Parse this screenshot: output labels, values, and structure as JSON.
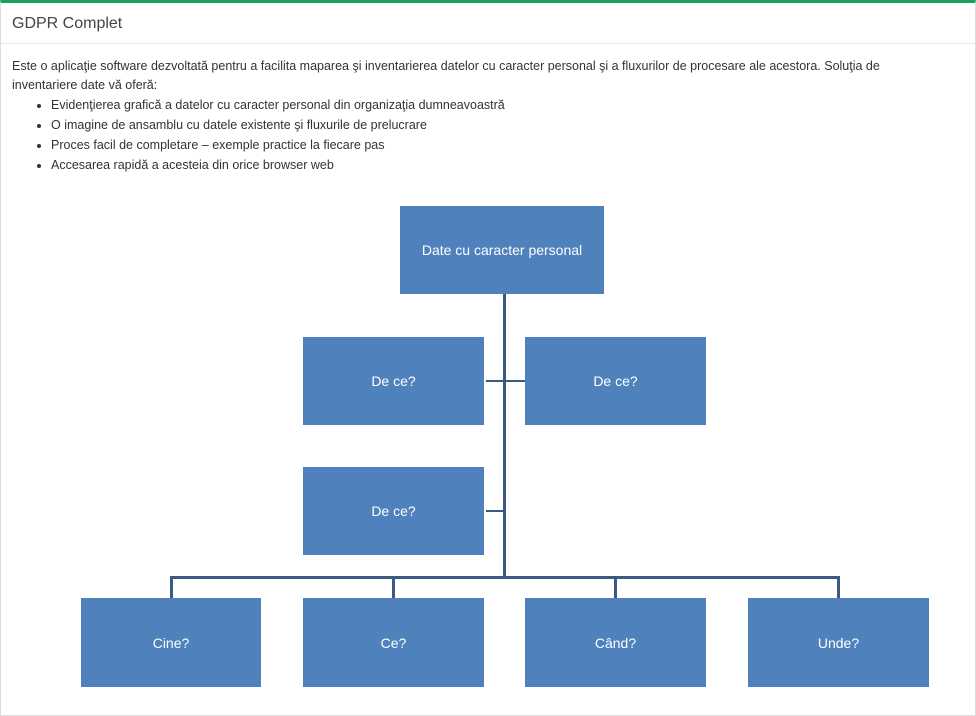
{
  "header": {
    "title": "GDPR Complet"
  },
  "intro": {
    "paragraph": "Este o aplicaţie software dezvoltată pentru a facilita maparea şi inventarierea datelor cu caracter personal şi a fluxurilor de procesare ale acestora. Soluţia de inventariere date vă oferă:",
    "bullets": [
      "Evidenţierea grafică a datelor cu caracter personal din organizaţia dumneavoastră",
      "O imagine de ansamblu cu datele existente şi fluxurile de prelucrare",
      "Proces facil de completare – exemple practice la fiecare pas",
      "Accesarea rapidă a acesteia din orice browser web"
    ]
  },
  "diagram": {
    "root": "Date cu caracter personal",
    "assistants": [
      "De ce?",
      "De ce?",
      "De ce?"
    ],
    "children": [
      "Cine?",
      "Ce?",
      "Când?",
      "Unde?"
    ],
    "box_color": "#4f81bd",
    "line_color": "#3a5a80"
  },
  "accent_color": "#1aa05a"
}
